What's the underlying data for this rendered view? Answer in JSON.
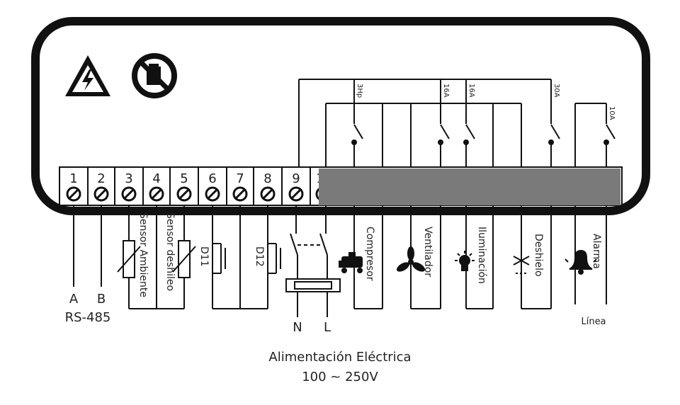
{
  "terminals": [
    "1",
    "2",
    "3",
    "4",
    "5",
    "6",
    "7",
    "8",
    "9",
    "1"
  ],
  "comm": {
    "a": "A",
    "b": "B",
    "bus": "RS-485"
  },
  "sensors": {
    "ambient": "Sensor Ambiente",
    "defrost": "Sensor deshileo"
  },
  "digital_inputs": {
    "d1": "D11",
    "d2": "D12"
  },
  "power": {
    "n": "N",
    "l": "L",
    "title": "Alimentación Eléctrica",
    "range": "100 ~ 250V"
  },
  "relays": {
    "compressor": {
      "rating": "3Hp",
      "label": "Compresor",
      "icon": "compressor-icon"
    },
    "fan": {
      "rating": "16A",
      "label": "Ventilador",
      "icon": "fan-icon"
    },
    "light": {
      "rating": "16A",
      "label": "Iluminación",
      "icon": "lamp-icon"
    },
    "defrost": {
      "rating": "30A",
      "label": "Deshielo",
      "icon": "snowflake-icon"
    },
    "alarm": {
      "rating": "10A",
      "label": "Alarma",
      "icon": "bell-icon"
    }
  },
  "line_label": "Línea",
  "warning_icons": [
    "high-voltage-warning-icon",
    "no-disposal-icon"
  ],
  "colors": {
    "ink": "#111111",
    "redaction": "#7a7a7a"
  }
}
